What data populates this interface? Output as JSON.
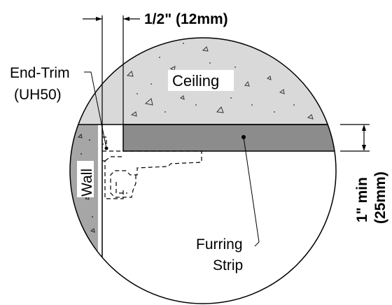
{
  "labels": {
    "dimension_top": "1/2\" (12mm)",
    "end_trim_line1": "End-Trim",
    "end_trim_line2": "(UH50)",
    "ceiling": "Ceiling",
    "wall": "Wall",
    "furring_line1": "Furring",
    "furring_line2": "Strip",
    "min_line1": "1\" min",
    "min_line2": "(25mm)"
  },
  "colors": {
    "concrete": "#d9d9d9",
    "furring": "#8c8c8c",
    "wall": "#a6a6a6",
    "line": "#000000"
  }
}
